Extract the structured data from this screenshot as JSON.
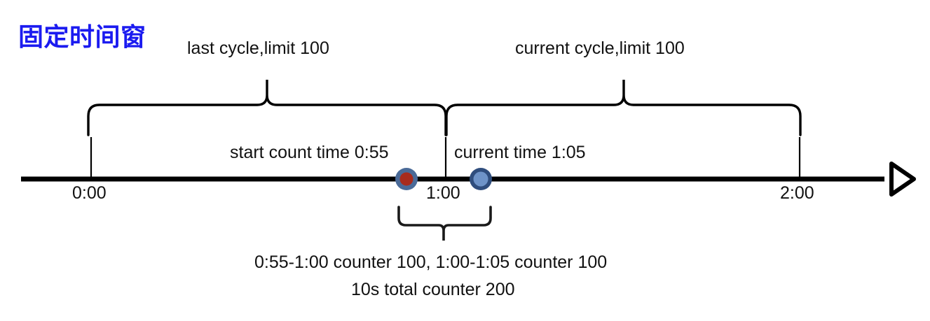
{
  "title": "固定时间窗",
  "colors": {
    "title": "#1b1bf0",
    "axis": "#000000",
    "brace": "#000000",
    "marker_start_ring": "#4a6a98",
    "marker_start_fill": "#a82b1d",
    "marker_current_ring": "#2f4d7d",
    "marker_current_fill": "#6e93c8",
    "text": "#111111"
  },
  "braces": {
    "last_cycle_label": "last cycle,limit 100",
    "current_cycle_label": "current cycle,limit 100",
    "window_label": ""
  },
  "annotations": {
    "start_count": "start count time 0:55",
    "current_time": "current time 1:05"
  },
  "axis": {
    "ticks": [
      {
        "label": "0:00",
        "x": 130
      },
      {
        "label": "1:00",
        "x": 636
      },
      {
        "label": "2:00",
        "x": 1141
      }
    ],
    "arrow_icon": "arrow-right-open-icon"
  },
  "markers": [
    {
      "name": "start-count-marker",
      "time": "0:55",
      "x": 580
    },
    {
      "name": "current-time-marker",
      "time": "1:05",
      "x": 686
    }
  ],
  "footer": {
    "counter_detail": "0:55-1:00 counter 100, 1:00-1:05 counter 100",
    "counter_total": "10s total counter 200"
  },
  "chart_data": {
    "type": "timeline-diagram",
    "title": "固定时间窗",
    "xlabel": "",
    "ylabel": "",
    "x_ticks": [
      "0:00",
      "1:00",
      "2:00"
    ],
    "x_tick_values": [
      0,
      60,
      120
    ],
    "xlim": [
      0,
      135
    ],
    "spans": [
      {
        "name": "last cycle,limit 100",
        "start": "0:00",
        "end": "1:00",
        "limit": 100
      },
      {
        "name": "current cycle,limit 100",
        "start": "1:00",
        "end": "2:00",
        "limit": 100
      }
    ],
    "points": [
      {
        "label": "start count time 0:55",
        "time": "0:55",
        "color": "#a82b1d"
      },
      {
        "label": "current time 1:05",
        "time": "1:05",
        "color": "#6e93c8"
      }
    ],
    "sub_span": {
      "start": "0:55",
      "end": "1:05",
      "duration_s": 10
    },
    "counters": [
      {
        "range": "0:55-1:00",
        "value": 100
      },
      {
        "range": "1:00-1:05",
        "value": 100
      },
      {
        "range": "10s total",
        "value": 200
      }
    ],
    "grid": false,
    "legend": "none"
  }
}
